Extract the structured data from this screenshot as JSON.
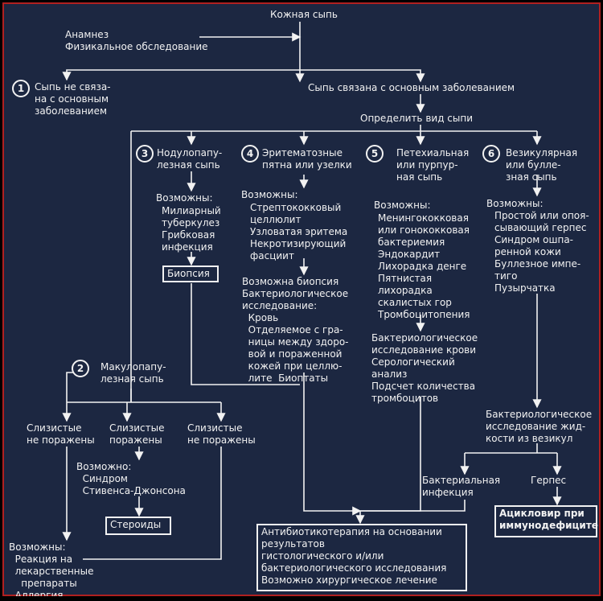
{
  "diagram": {
    "top": "Кожная сыпь",
    "history": "Анамнез\nФизикальное обследование",
    "branch1_num": "1",
    "branch1": "Сыпь не связа-\nна с основным\nзаболеванием",
    "related": "Сыпь связана с основным заболеванием",
    "determine": "Определить вид сыпи",
    "n3": "3",
    "c3_title": "Нодулопапу-\nлезная сыпь",
    "c3_possible": "Возможны:",
    "c3_list": "Милиарный\nтуберкулез\nГрибковая\nинфекция",
    "biopsy": "Биопсия",
    "n4": "4",
    "c4_title": "Эритематозные\nпятна или узелки",
    "c4_possible": "Возможны:",
    "c4_list": "Стрептококковый\nцеллюлит\nУзловатая эритема\nНекротизирующий\nфасциит",
    "c4_tests": "Возможна биопсия\nБактериологическое\nисследование:\n  Кровь\n  Отделяемое с гра-\n  ницы между здоро-\n  вой и пораженной\n  кожей при целлю-\n  лите  Биоптаты",
    "n5": "5",
    "c5_title": "Петехиальная\nили пурпур-\nная сыпь",
    "c5_possible": "Возможны:",
    "c5_list": "Менингококковая\nили гонококковая\nбактериемия\nЭндокардит\nЛихорадка денге\nПятнистая\nлихорадка\nскалистых гор\nТромбоцитопения",
    "c5_tests": "Бактериологическое\nисследование крови\nСерологический\nанализ\nПодсчет количества\nтромбоцитов",
    "n6": "6",
    "c6_title": "Везикулярная\nили булле-\nзная сыпь",
    "c6_possible": "Возможны:",
    "c6_list": "Простой или опоя-\nсывающий герпес\nСиндром ошпа-\nренной кожи\nБуллезное импе-\nтиго\nПузырчатка",
    "c6_tests": "Бактериологическое\nисследование жид-\nкости из везикул",
    "n2": "2",
    "macular": "Макулопапу-\nлезная сыпь",
    "mucosa_intact_1": "Слизистые\nне поражены",
    "mucosa_affected": "Слизистые\nпоражены",
    "mucosa_intact_2": "Слизистые\nне поражены",
    "sjs": "Возможно:\n  Синдром\n  Стивенса-Джонсона",
    "steroids": "Стероиды",
    "reactions": "Возможны:\n  Реакция на\n  лекарственные\n    препараты\n  Аллергия",
    "bacterial": "Бактериальная\nинфекция",
    "herpes": "Герпес",
    "acyclovir": "Ацикловир при\nиммунодефиците",
    "antibiotics": "Антибиотикотерапия на основании\nрезультатов\nгистологического и/или\nбактериологического исследования\nВозможно хирургическое лечение"
  }
}
